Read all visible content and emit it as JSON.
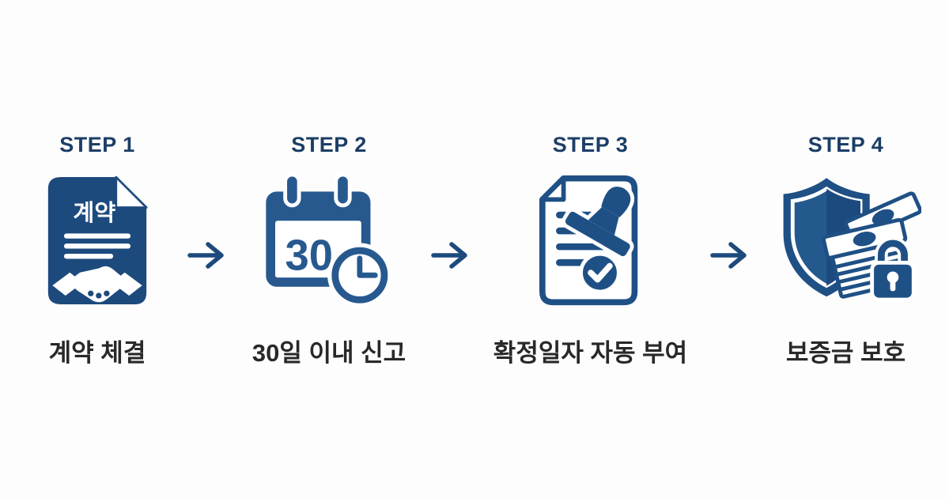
{
  "page": {
    "background": "#fdfdfd",
    "language": "ko",
    "description_type": "4-step process infographic"
  },
  "colors": {
    "primary_blue": "#1f5085",
    "dark_navy_blue": "#1d4a7d",
    "calendar_blue": "#27598f",
    "step_label_color": "#1c3e66",
    "caption_color": "#282828",
    "icon_text_white": "#ffffff"
  },
  "steps": [
    {
      "id": 1,
      "step_label": "STEP 1",
      "caption": "계약 체결",
      "icon": "contract-document-handshake-icon",
      "icon_text": "계약"
    },
    {
      "id": 2,
      "step_label": "STEP 2",
      "caption": "30일 이내 신고",
      "icon": "calendar-30-clock-icon",
      "icon_text": "30"
    },
    {
      "id": 3,
      "step_label": "STEP 3",
      "caption": "확정일자 자동 부여",
      "icon": "document-stamp-check-icon"
    },
    {
      "id": 4,
      "step_label": "STEP 4",
      "caption": "보증금 보호",
      "icon": "shield-money-lock-icon"
    }
  ],
  "arrow": {
    "glyph": "→",
    "count": 3
  }
}
